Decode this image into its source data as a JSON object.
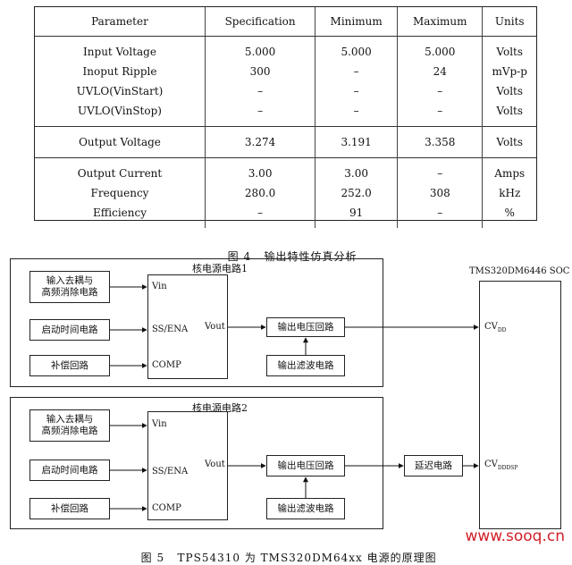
{
  "table": {
    "headers": [
      "Parameter",
      "Specification",
      "Minimum",
      "Maximum",
      "Units"
    ],
    "groups": [
      [
        [
          "Input Voltage",
          "5.000",
          "5.000",
          "5.000",
          "Volts"
        ],
        [
          "Inoput Ripple",
          "300",
          "–",
          "24",
          "mVp-p"
        ],
        [
          "UVLO(VinStart)",
          "–",
          "–",
          "–",
          "Volts"
        ],
        [
          "UVLO(VinStop)",
          "–",
          "–",
          "–",
          "Volts"
        ]
      ],
      [
        [
          "Output Voltage",
          "3.274",
          "3.191",
          "3.358",
          "Volts"
        ]
      ],
      [
        [
          "Output Current",
          "3.00",
          "3.00",
          "–",
          "Amps"
        ],
        [
          "Frequency",
          "280.0",
          "252.0",
          "308",
          "kHz"
        ],
        [
          "Efficiency",
          "–",
          "91",
          "–",
          "%"
        ]
      ]
    ]
  },
  "fig4": {
    "number": "图 4",
    "title": "输出特性仿真分析"
  },
  "fig5": {
    "number": "图 5",
    "title": "TPS54310 为 TMS320DM64xx 电源的原理图"
  },
  "circuit1": {
    "title": "核电源电路1",
    "block_input": "输入去耦与\n高频消除电路",
    "block_start": "启动时间电路",
    "block_comp": "补偿回路",
    "pin_vin": "Vin",
    "pin_ssena": "SS/ENA",
    "pin_comp": "COMP",
    "pin_vout": "Vout",
    "block_vloop": "输出电压回路",
    "block_filter": "输出滤波电路"
  },
  "circuit2": {
    "title": "核电源电路2",
    "block_input": "输入去耦与\n高频消除电路",
    "block_start": "启动时间电路",
    "block_comp": "补偿回路",
    "pin_vin": "Vin",
    "pin_ssena": "SS/ENA",
    "pin_comp": "COMP",
    "pin_vout": "Vout",
    "block_vloop": "输出电压回路",
    "block_filter": "输出滤波电路",
    "block_delay": "延迟电路"
  },
  "soc": {
    "title": "TMS320DM6446 SOC",
    "pin1": "CV",
    "pin1_sub": "DD",
    "pin2": "CV",
    "pin2_sub": "DDDSP"
  },
  "watermark": "www.sooq.cn"
}
